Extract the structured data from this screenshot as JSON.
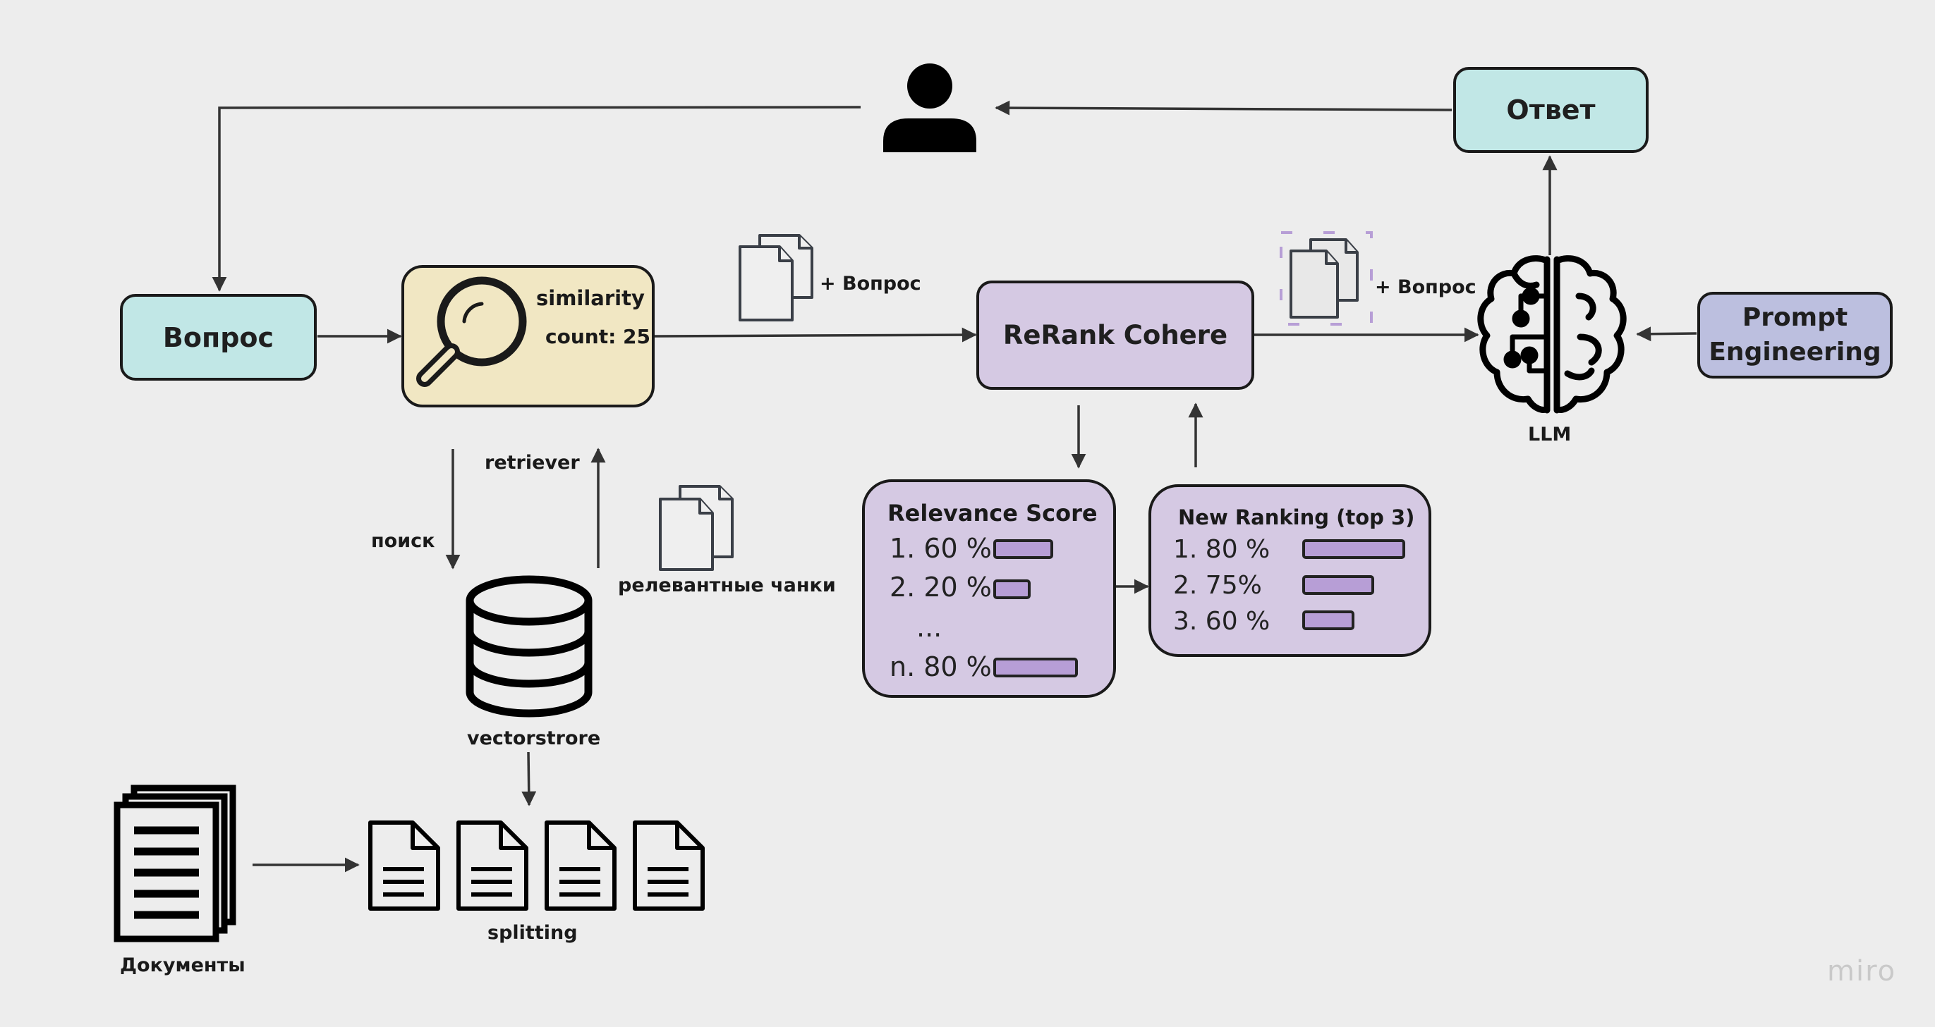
{
  "nodes": {
    "question": "Вопрос",
    "similarity": "similarity",
    "count": "count: 25",
    "rerank": "ReRank Cohere",
    "prompt_line1": "Prompt",
    "prompt_line2": "Engineering",
    "answer": "Ответ",
    "llm": "LLM",
    "vectorstore": "vectorstrore",
    "splitting": "splitting",
    "documents": "Документы"
  },
  "edge_labels": {
    "plus_question_1": "+ Вопрос",
    "plus_question_2": "+ Вопрос",
    "retriever": "retriever",
    "search": "поиск",
    "relevant_chunks": "релевантные чанки"
  },
  "relevance": {
    "title": "Relevance Score",
    "rows": [
      {
        "label": "1. 60 %",
        "value": 0.6
      },
      {
        "label": "2. 20 %",
        "value": 0.2
      },
      {
        "label": "...",
        "value": null
      },
      {
        "label": "n. 80 %",
        "value": 0.8
      }
    ]
  },
  "new_ranking": {
    "title": "New Ranking (top 3)",
    "rows": [
      {
        "label": "1. 80 %",
        "value": 0.8
      },
      {
        "label": "2. 75%",
        "value": 0.75
      },
      {
        "label": "3. 60 %",
        "value": 0.6
      }
    ]
  },
  "watermark": "miro",
  "colors": {
    "background": "#ededed",
    "teal": "#c1e7e6",
    "yellow": "#f1e7c3",
    "lavender": "#d5c9e3",
    "periwinkle": "#bcbfdf",
    "bar": "#b79ed6"
  }
}
